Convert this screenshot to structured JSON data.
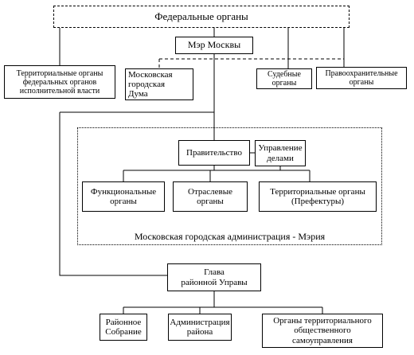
{
  "boxes": {
    "federal": "Федеральные органы",
    "mayor": "Мэр Москвы",
    "territorial_federal": "Территориальные органы\nфедеральных органов\nисполнительной власти",
    "city_duma": "Московская\nгородская\nДума",
    "courts": "Судебные\nорганы",
    "law_enforcement": "Правоохранительные\nорганы",
    "government": "Правительство",
    "affairs_office": "Управление\nделами",
    "functional": "Функциональные\nорганы",
    "sectoral": "Отраслевые\nорганы",
    "prefectures": "Территориальные органы\n(Префектуры)",
    "district_head": "Глава\nрайонной Управы",
    "district_assembly": "Районное\nСобрание",
    "district_admin": "Администрация\nрайона",
    "self_government": "Органы территориального\nобщественного\nсамоуправления"
  },
  "region_label": "Московская городская администрация - Мэрия"
}
